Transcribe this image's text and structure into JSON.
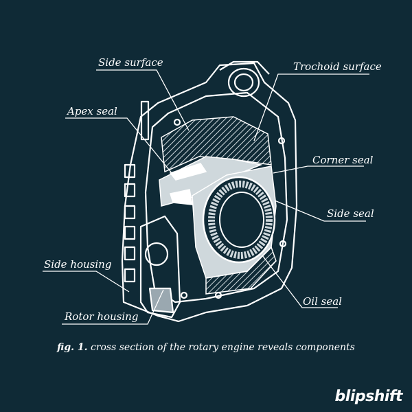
{
  "labels": {
    "side_surface": "Side surface",
    "trochoid_surface": "Trochoid surface",
    "apex_seal": "Apex seal",
    "corner_seal": "Corner seal",
    "side_seal": "Side seal",
    "side_housing": "Side housing",
    "rotor_housing": "Rotor housing",
    "oil_seal": "Oil seal"
  },
  "caption": {
    "prefix": "fig. 1.",
    "text": "cross section of the rotary engine reveals components"
  },
  "brand": "blipshift",
  "colors": {
    "background": "#0f2a36",
    "line": "#ffffff",
    "fill_light": "#cfd8dc",
    "fill_mid": "#9aa8b0"
  }
}
